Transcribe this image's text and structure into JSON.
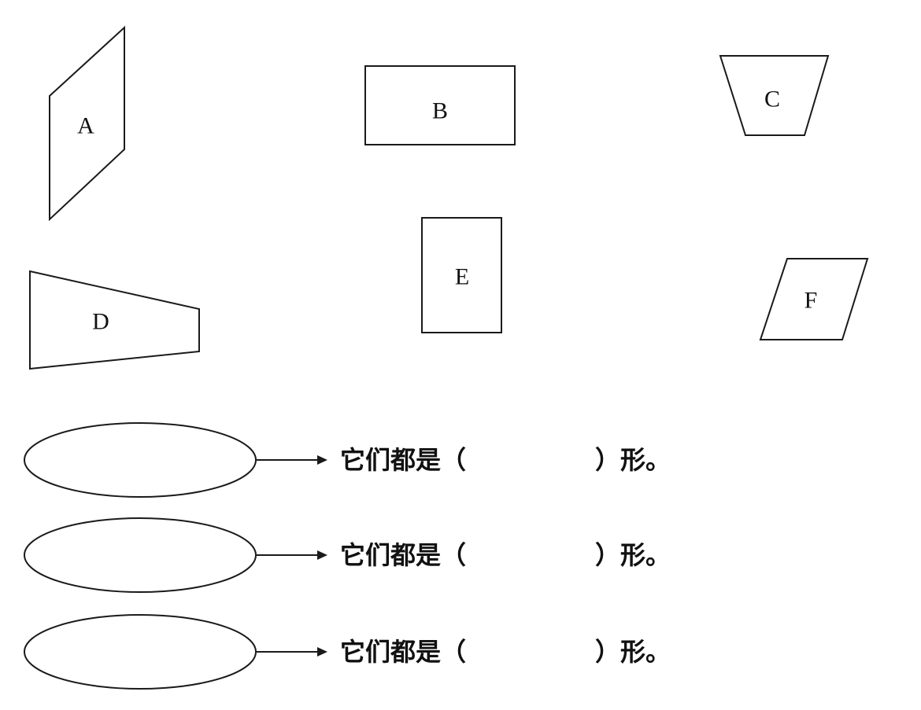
{
  "shapes": [
    {
      "id": "A",
      "label": "A",
      "kind": "parallelogram"
    },
    {
      "id": "B",
      "label": "B",
      "kind": "rectangle"
    },
    {
      "id": "C",
      "label": "C",
      "kind": "trapezoid"
    },
    {
      "id": "D",
      "label": "D",
      "kind": "trapezoid"
    },
    {
      "id": "E",
      "label": "E",
      "kind": "rectangle"
    },
    {
      "id": "F",
      "label": "F",
      "kind": "parallelogram"
    }
  ],
  "answer_rows": [
    {
      "prefix": "它们都是（",
      "suffix": "）形。"
    },
    {
      "prefix": "它们都是（",
      "suffix": "）形。"
    },
    {
      "prefix": "它们都是（",
      "suffix": "）形。"
    }
  ]
}
